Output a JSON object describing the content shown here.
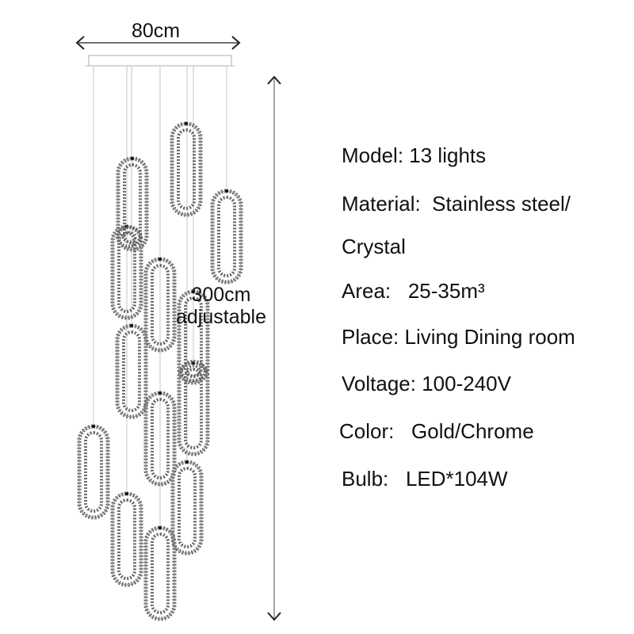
{
  "dimensions": {
    "width_label": "80cm",
    "height_label_line1": "300cm",
    "height_label_line2": "adjustable"
  },
  "specs": [
    {
      "label": "Model:",
      "value": "13 lights"
    },
    {
      "label": "Material:",
      "value": "Stainless steel/"
    },
    {
      "label": "",
      "value": "Crystal"
    },
    {
      "label": "Area:",
      "value": "25-35m³"
    },
    {
      "label": "Place:",
      "value": "Living Dining room"
    },
    {
      "label": "Voltage:",
      "value": "100-240V"
    },
    {
      "label": "Color:",
      "value": "Gold/Chrome"
    },
    {
      "label": "Bulb:",
      "value": "LED*104W"
    }
  ],
  "colors": {
    "text": "#111111",
    "wire": "#c8c8c8",
    "crystal_loop": "#555555",
    "arrow": "#444444",
    "canopy": "#bdbdbd"
  }
}
